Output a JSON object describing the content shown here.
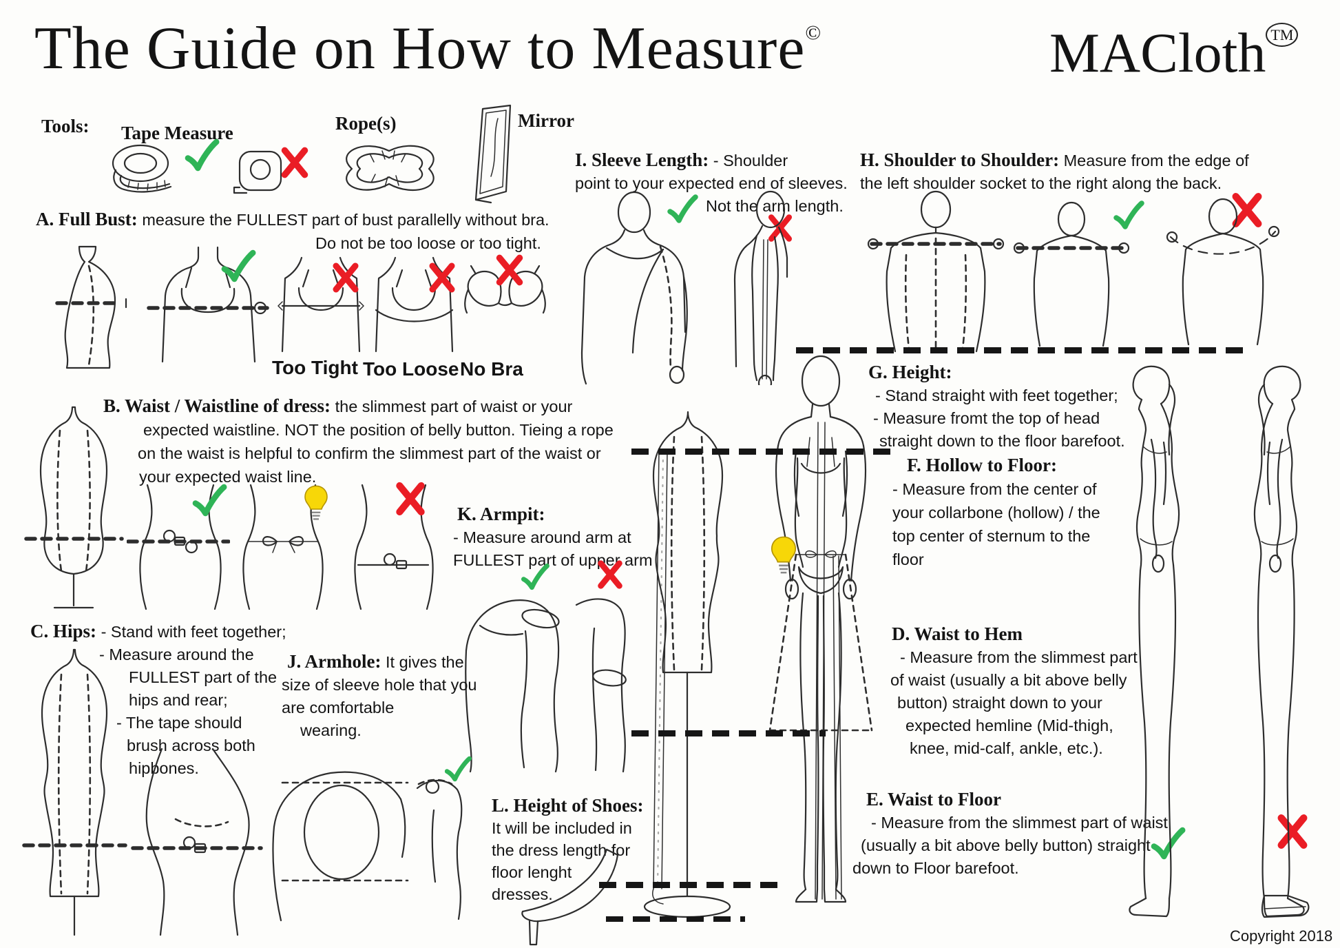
{
  "palette": {
    "check_green": "#2fb457",
    "cross_red": "#ea1d25",
    "bulb_yellow": "#f7d708",
    "ink": "#2d2d2d"
  },
  "icons": {
    "check-icon": "checkmark",
    "cross-icon": "x-mark",
    "lightbulb-icon": "tip"
  },
  "header": {
    "title": "The Guide on How to Measure",
    "title_mark": "©",
    "brand": "MACloth",
    "brand_mark": "TM"
  },
  "tools": {
    "label": "Tools:",
    "tape_measure": "Tape Measure",
    "ropes": "Rope(s)",
    "mirror": "Mirror"
  },
  "sections": {
    "a": {
      "title": "A. Full Bust:",
      "lines": [
        "measure the FULLEST part of bust parallelly without bra.",
        "Do not be too loose or too tight."
      ],
      "captions": [
        "Too Tight",
        "Too Loose",
        "No Bra"
      ]
    },
    "b": {
      "title": "B. Waist / Waistline of dress:",
      "lines": [
        "the slimmest part of waist or your",
        "expected waistline. NOT the position of belly button. Tieing a rope",
        "on the waist is helpful to confirm the slimmest part of the waist or",
        "your expected waist line."
      ]
    },
    "c": {
      "title": "C. Hips:",
      "lines": [
        "- Stand with feet together;",
        "- Measure around the",
        "FULLEST part of the",
        "hips and rear;",
        "- The tape should",
        "brush across both",
        "hipbones."
      ]
    },
    "d": {
      "title": "D. Waist to Hem",
      "lines": [
        "- Measure from the slimmest part",
        "of waist (usually a bit above belly",
        "button) straight down to your",
        "expected hemline (Mid-thigh,",
        "knee, mid-calf, ankle, etc.)."
      ]
    },
    "e": {
      "title": "E. Waist to Floor",
      "lines": [
        "- Measure from the slimmest part of waist",
        "(usually a bit above belly button) straight",
        "down to Floor barefoot."
      ]
    },
    "f": {
      "title": "F. Hollow to Floor:",
      "lines": [
        "- Measure from the center of",
        "your collarbone (hollow) / the",
        "top center of sternum to the",
        "floor"
      ]
    },
    "g": {
      "title": "G. Height:",
      "lines": [
        "- Stand straight with feet together;",
        "- Measure fromt the top of head",
        "straight down to the  floor barefoot."
      ]
    },
    "h": {
      "title": "H. Shoulder to Shoulder:",
      "lines": [
        "Measure from the edge of",
        "the left shoulder socket to the right along the back."
      ]
    },
    "i": {
      "title": "I. Sleeve Length:",
      "lines": [
        "- Shoulder",
        "point to your expected end of sleeves.",
        "Not the arm length."
      ]
    },
    "j": {
      "title": "J. Armhole:",
      "lines": [
        "It gives the",
        "size of sleeve hole that you",
        "are comfortable",
        "wearing."
      ]
    },
    "k": {
      "title": "K. Armpit:",
      "lines": [
        "- Measure around arm at",
        "FULLEST part of upper arm"
      ]
    },
    "l": {
      "title": "L. Height of Shoes:",
      "lines": [
        "It will be included in",
        "the dress length for",
        "floor lenght",
        "dresses."
      ]
    }
  },
  "footer": {
    "copyright": "Copyright 2018"
  }
}
